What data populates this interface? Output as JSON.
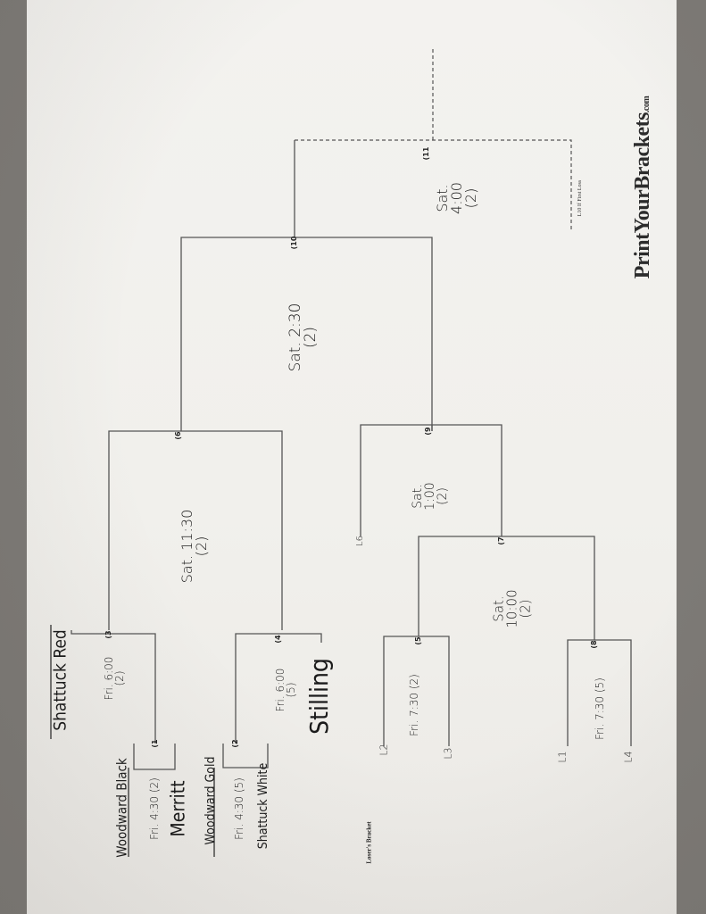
{
  "winners": {
    "team_shattuck_red": "Shattuck Red",
    "team_woodward_black": "Woodward Black",
    "team_merritt": "Merritt",
    "team_woodward_gold": "Woodward Gold",
    "team_shattuck_white": "Shattuck White",
    "team_stilling": "Stilling",
    "time_g1": "Fri. 4:30 (2)",
    "time_g2": "Fri. 4:30 (5)",
    "time_g3_line1": "Fri. 6:00",
    "time_g3_line2": "(2)",
    "time_g4_line1": "Fri. 6:00",
    "time_g4_line2": "(5)",
    "time_g6_line1": "Sat. 11:30",
    "time_g6_line2": "(2)",
    "time_g10_line1": "Sat. 2:30",
    "time_g10_line2": "(2)",
    "time_g11_line1": "Sat.",
    "time_g11_line2": "4:00",
    "time_g11_line3": "(2)",
    "first_loss_note": "L10 If First Loss"
  },
  "losers": {
    "title": "Loser's Bracket",
    "slot_l2": "L2",
    "slot_l3": "L3",
    "slot_l1": "L1",
    "slot_l4": "L4",
    "slot_l6": "L6",
    "time_g5": "Fri. 7:30 (2)",
    "time_g8": "Fri. 7:30 (5)",
    "time_g7_line1": "Sat.",
    "time_g7_line2": "10:00",
    "time_g7_line3": "(2)",
    "time_g9_line1": "Sat.",
    "time_g9_line2": "1:00",
    "time_g9_line3": "(2)"
  },
  "games": {
    "g1": "1",
    "g2": "2",
    "g3": "3",
    "g4": "4",
    "g5": "5",
    "g6": "6",
    "g7": "7",
    "g8": "8",
    "g9": "9",
    "g10": "10",
    "g11": "11"
  },
  "branding": {
    "logo_print": "Print",
    "logo_your": "Your",
    "logo_brackets": "Brackets",
    "logo_com": ".com"
  }
}
